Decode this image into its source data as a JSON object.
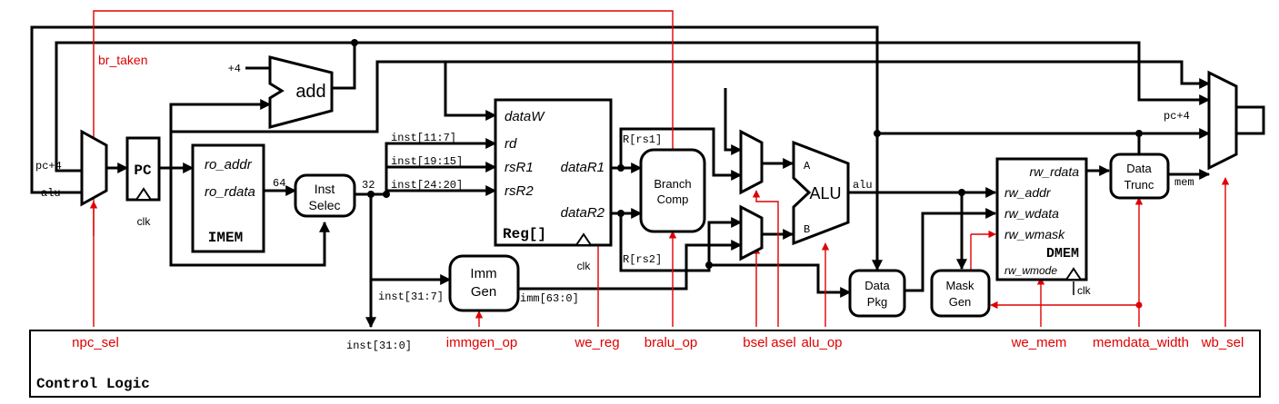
{
  "blocks": {
    "pc": "PC",
    "pc_clk": "clk",
    "imem": {
      "port1": "ro_addr",
      "port2": "ro_rdata",
      "name": "IMEM"
    },
    "inst_select": {
      "line1": "Inst",
      "line2": "Selec"
    },
    "adder": {
      "label": "add",
      "const": "+4"
    },
    "regfile": {
      "dataW": "dataW",
      "rd": "rd",
      "rsR1": "rsR1",
      "rsR2": "rsR2",
      "dataR1": "dataR1",
      "dataR2": "dataR2",
      "name": "Reg[]",
      "clk": "clk"
    },
    "branch_comp": {
      "line1": "Branch",
      "line2": "Comp"
    },
    "imm_gen": {
      "line1": "Imm",
      "line2": "Gen"
    },
    "alu": {
      "label": "ALU",
      "a": "A",
      "b": "B"
    },
    "data_pkg": {
      "line1": "Data",
      "line2": "Pkg"
    },
    "mask_gen": {
      "line1": "Mask",
      "line2": "Gen"
    },
    "dmem": {
      "rdata": "rw_rdata",
      "addr": "rw_addr",
      "wdata": "rw_wdata",
      "wmask": "rw_wmask",
      "name": "DMEM",
      "wmode": "rw_wmode",
      "clk": "clk"
    },
    "data_trunc": {
      "line1": "Data",
      "line2": "Trunc"
    },
    "control": "Control Logic"
  },
  "wire_labels": {
    "pc4_in": "pc+4",
    "alu_in": "alu",
    "bus_width_64": "64",
    "bus_width_32": "32",
    "inst_11_7": "inst[11:7]",
    "inst_19_15": "inst[19:15]",
    "inst_24_20": "inst[24:20]",
    "inst_31_7": "inst[31:7]",
    "inst_31_0": "inst[31:0]",
    "imm_63_0": "imm[63:0]",
    "r_rs1": "R[rs1]",
    "r_rs2": "R[rs2]",
    "alu_out": "alu",
    "pc4_wb": "pc+4",
    "mem": "mem"
  },
  "control_signals": {
    "br_taken": "br_taken",
    "npc_sel": "npc_sel",
    "immgen_op": "immgen_op",
    "we_reg": "we_reg",
    "bralu_op": "bralu_op",
    "bsel": "bsel",
    "asel": "asel",
    "alu_op": "alu_op",
    "we_mem": "we_mem",
    "memdata_width": "memdata_width",
    "wb_sel": "wb_sel"
  },
  "colors": {
    "wire": "#000000",
    "control": "#e00000"
  }
}
